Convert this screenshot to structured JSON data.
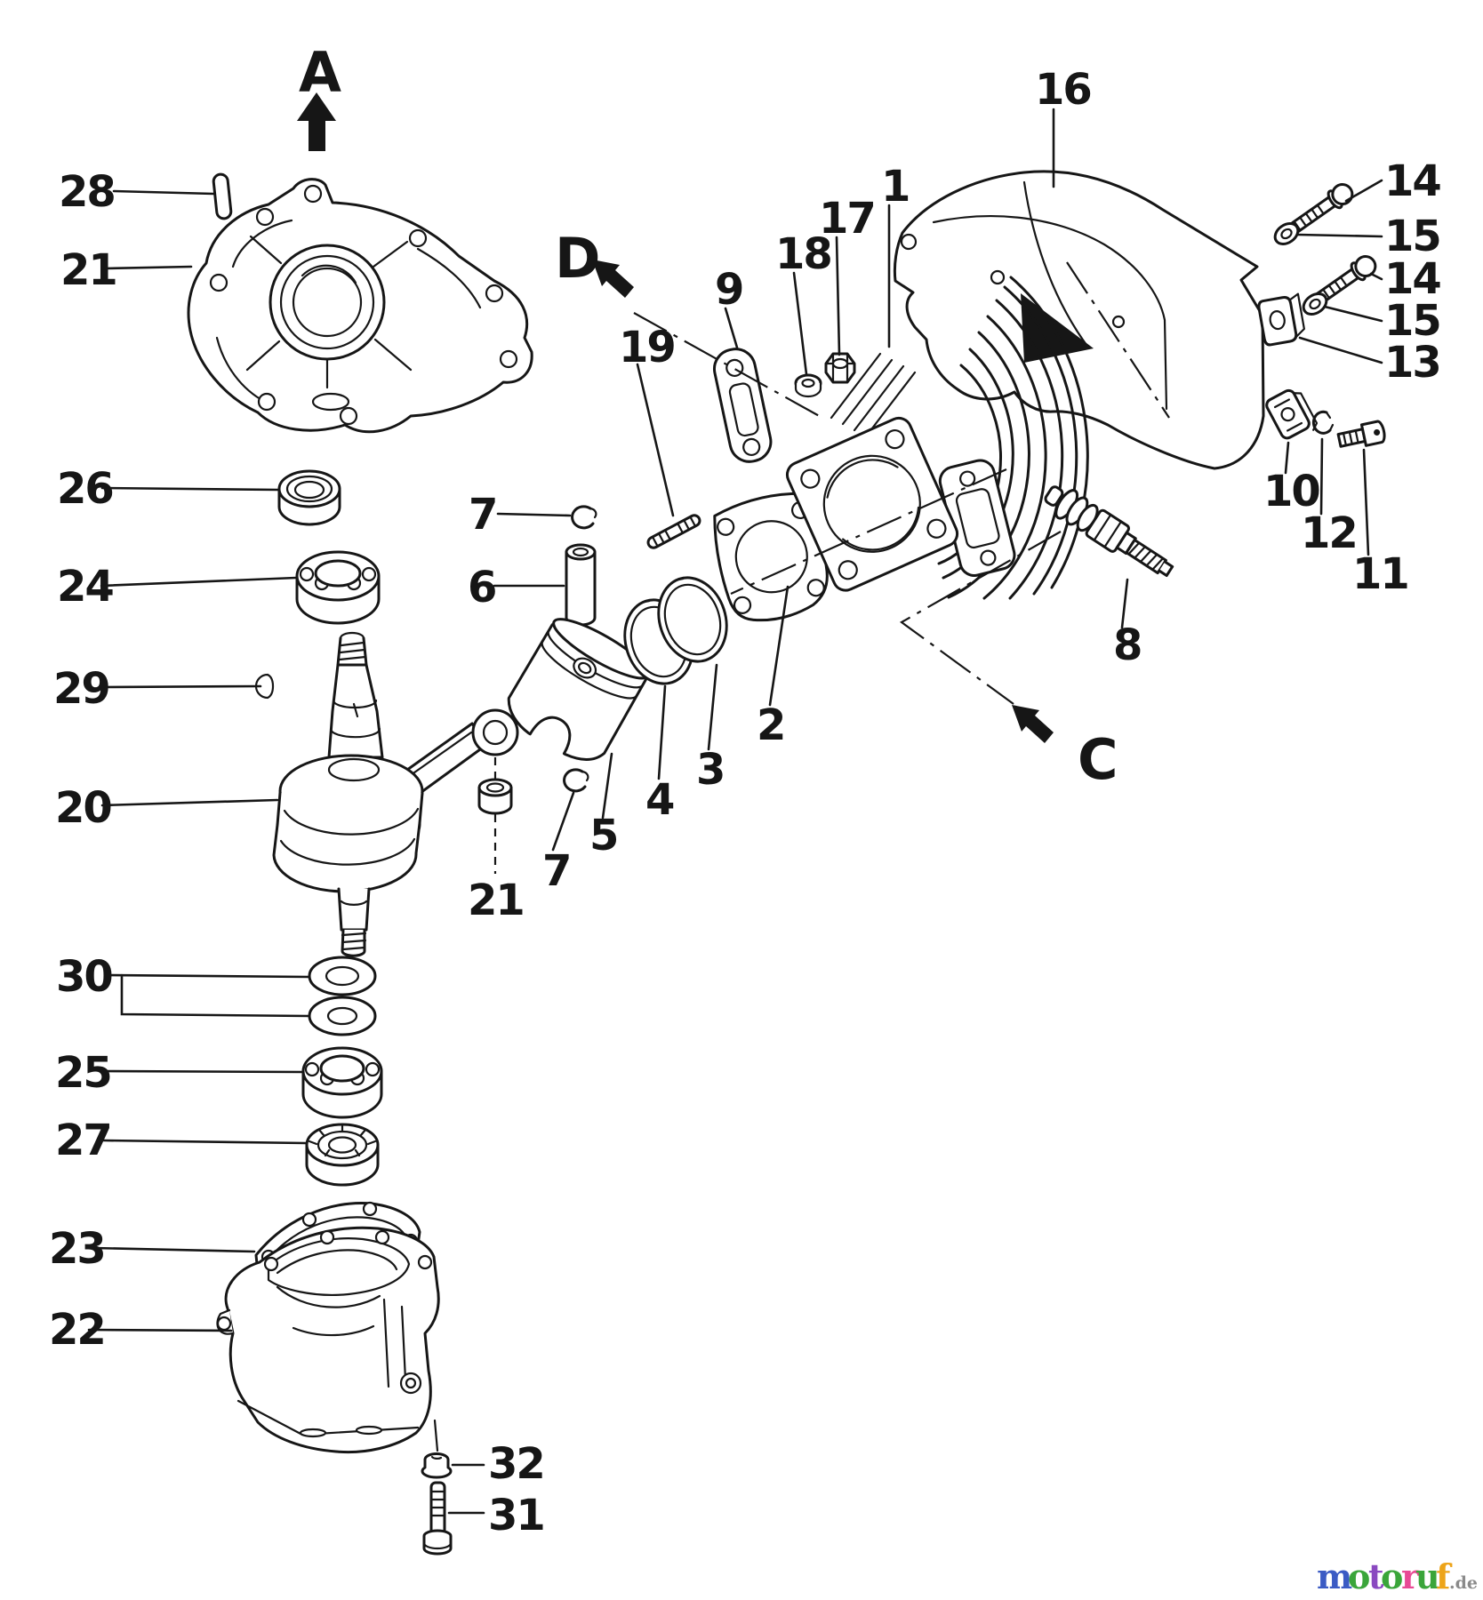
{
  "palette": {
    "ink": "#161616",
    "background": "#ffffff"
  },
  "labels": [
    {
      "text": "28"
    },
    {
      "text": "21"
    },
    {
      "text": "26"
    },
    {
      "text": "24"
    },
    {
      "text": "29"
    },
    {
      "text": "20"
    },
    {
      "text": "30"
    },
    {
      "text": "25"
    },
    {
      "text": "27"
    },
    {
      "text": "23"
    },
    {
      "text": "22"
    },
    {
      "text": "32"
    },
    {
      "text": "31"
    },
    {
      "text": "A"
    },
    {
      "text": "D"
    },
    {
      "text": "C"
    },
    {
      "text": "19"
    },
    {
      "text": "7"
    },
    {
      "text": "6"
    },
    {
      "text": "9"
    },
    {
      "text": "18"
    },
    {
      "text": "17"
    },
    {
      "text": "1"
    },
    {
      "text": "16"
    },
    {
      "text": "14"
    },
    {
      "text": "15"
    },
    {
      "text": "14"
    },
    {
      "text": "15"
    },
    {
      "text": "13"
    },
    {
      "text": "10"
    },
    {
      "text": "12"
    },
    {
      "text": "11"
    },
    {
      "text": "8"
    },
    {
      "text": "2"
    },
    {
      "text": "3"
    },
    {
      "text": "4"
    },
    {
      "text": "5"
    },
    {
      "text": "7"
    },
    {
      "text": "21"
    }
  ],
  "watermark": {
    "letters": [
      {
        "ch": "m",
        "color": "#3b5bc4"
      },
      {
        "ch": "o",
        "color": "#3aa53a"
      },
      {
        "ch": "t",
        "color": "#8a49c0"
      },
      {
        "ch": "o",
        "color": "#3aa53a"
      },
      {
        "ch": "r",
        "color": "#e84a95"
      },
      {
        "ch": "u",
        "color": "#3aa53a"
      },
      {
        "ch": "f",
        "color": "#eda419"
      }
    ],
    "tld": ".de",
    "tld_color": "#8a8a8a"
  }
}
